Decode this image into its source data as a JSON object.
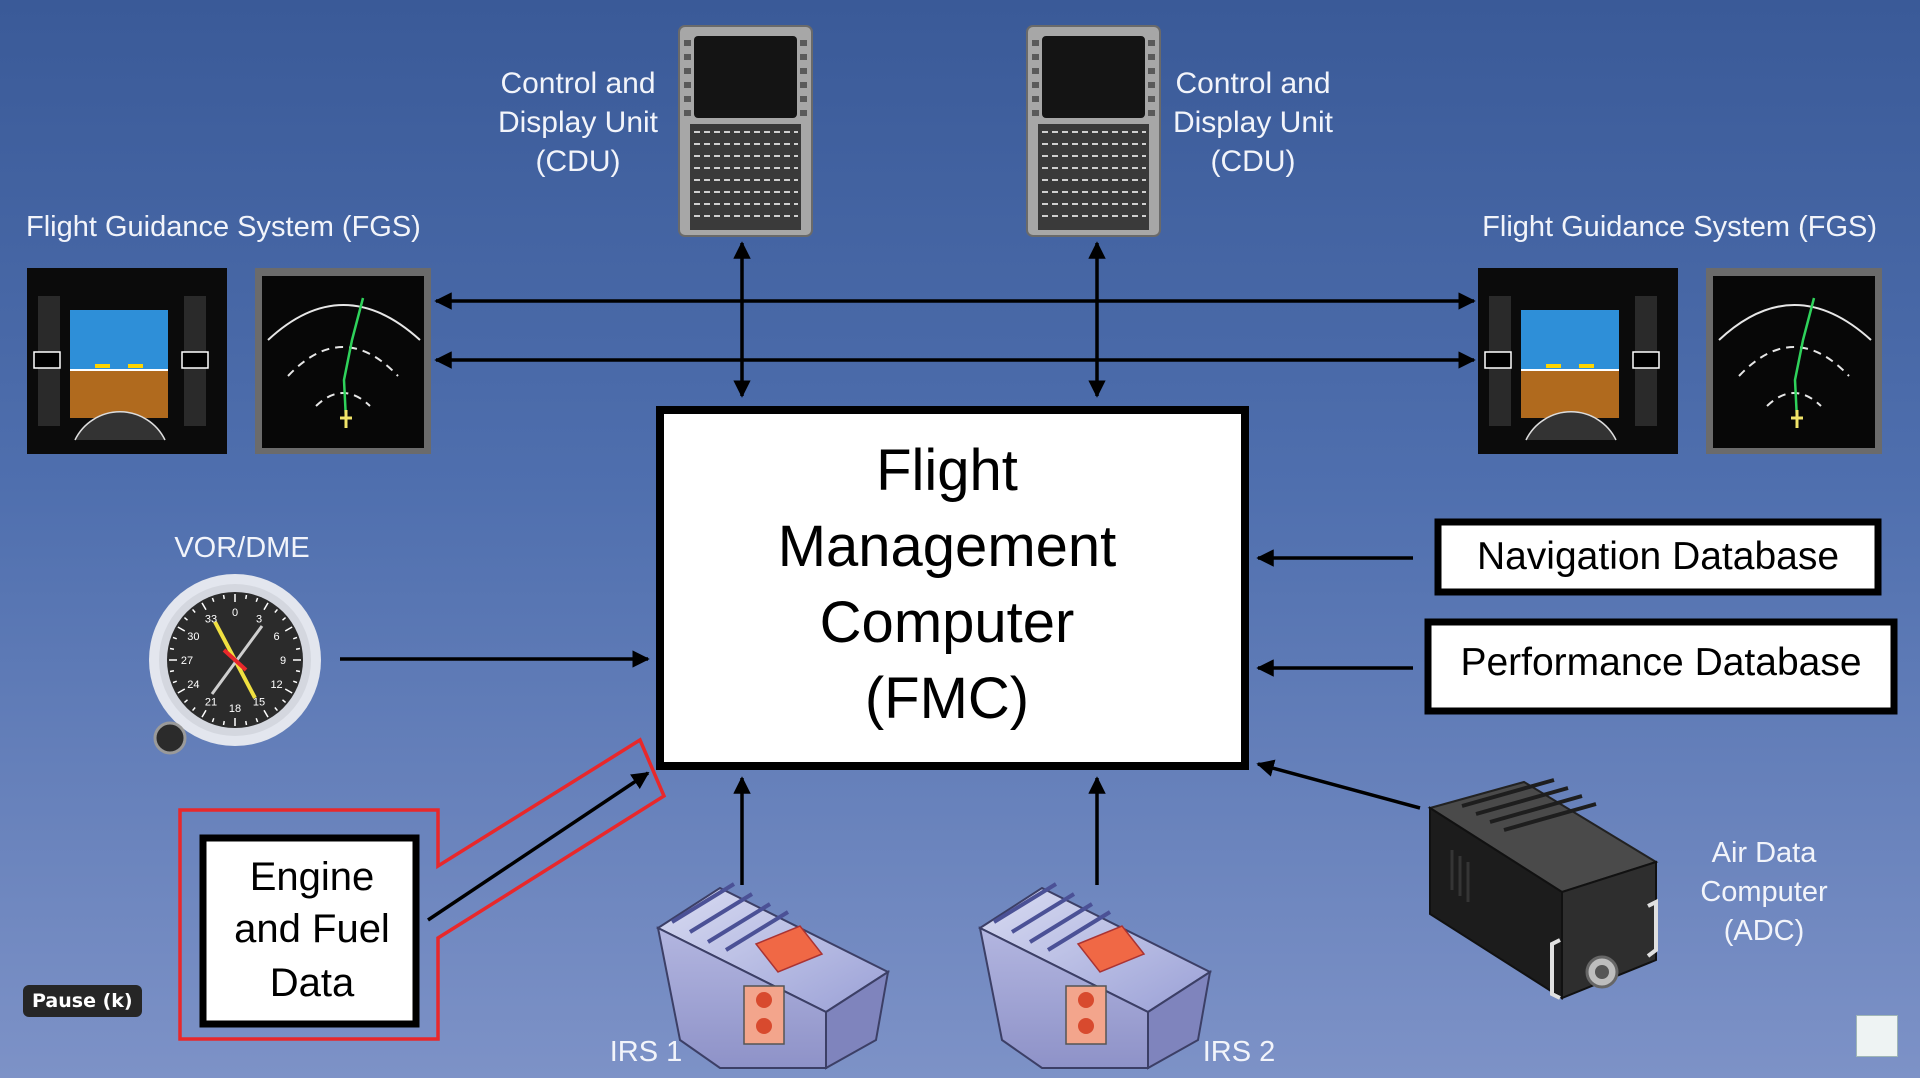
{
  "fmc": {
    "lines": [
      "Flight",
      "Management",
      "Computer",
      "(FMC)"
    ]
  },
  "cdu_left": {
    "lines": [
      "Control and",
      "Display Unit",
      "(CDU)"
    ]
  },
  "cdu_right": {
    "lines": [
      "Control and",
      "Display Unit",
      "(CDU)"
    ]
  },
  "fgs_left": {
    "label": "Flight Guidance System (FGS)"
  },
  "fgs_right": {
    "label": "Flight Guidance System (FGS)"
  },
  "vor": {
    "label": "VOR/DME",
    "ticks": [
      "0",
      "3",
      "6",
      "9",
      "12",
      "15",
      "18",
      "21",
      "24",
      "27",
      "30",
      "33"
    ]
  },
  "nav_db": {
    "label": "Navigation Database"
  },
  "perf_db": {
    "label": "Performance Database"
  },
  "engine": {
    "lines": [
      "Engine",
      "and Fuel",
      "Data"
    ]
  },
  "adc": {
    "lines": [
      "Air Data",
      "Computer",
      "(ADC)"
    ]
  },
  "irs1": {
    "label": "IRS 1"
  },
  "irs2": {
    "label": "IRS 2"
  },
  "player": {
    "pause_label": "Pause (k)"
  },
  "colors": {
    "background_top": "#3a5a98",
    "background_bottom": "#7d92c7",
    "highlight": "#e8282b",
    "attitude_sky": "#2e8fd8",
    "attitude_ground": "#b06a1e"
  }
}
